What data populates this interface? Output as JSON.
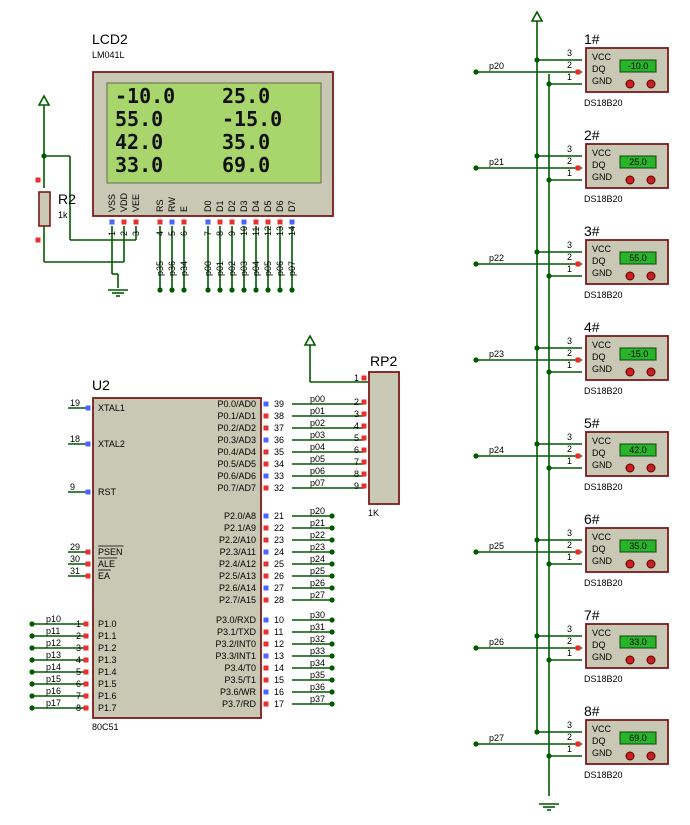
{
  "lcd": {
    "ref": "LCD2",
    "part": "LM041L",
    "rows": [
      [
        "-10.0",
        "25.0"
      ],
      [
        "55.0",
        "-15.0"
      ],
      [
        "42.0",
        "35.0"
      ],
      [
        "33.0",
        "69.0"
      ]
    ],
    "pins": [
      {
        "name": "VSS",
        "num": "1",
        "color": "#4a66ff"
      },
      {
        "name": "VDD",
        "num": "2",
        "color": "#e83030"
      },
      {
        "name": "VEE",
        "num": "3",
        "color": "#e83030"
      },
      {
        "name": "RS",
        "num": "4",
        "color": "#e83030"
      },
      {
        "name": "RW",
        "num": "5",
        "color": "#4a66ff"
      },
      {
        "name": "E",
        "num": "6",
        "color": "#e83030"
      },
      {
        "name": "D0",
        "num": "7",
        "color": "#4a66ff"
      },
      {
        "name": "D1",
        "num": "8",
        "color": "#e83030"
      },
      {
        "name": "D2",
        "num": "9",
        "color": "#e83030"
      },
      {
        "name": "D3",
        "num": "10",
        "color": "#4a66ff"
      },
      {
        "name": "D4",
        "num": "11",
        "color": "#e83030"
      },
      {
        "name": "D5",
        "num": "12",
        "color": "#e83030"
      },
      {
        "name": "D6",
        "num": "13",
        "color": "#e83030"
      },
      {
        "name": "D7",
        "num": "14",
        "color": "#4a66ff"
      }
    ],
    "nets": [
      "p35",
      "p36",
      "p34",
      "p00",
      "p01",
      "p02",
      "p03",
      "p04",
      "p05",
      "p06",
      "p07"
    ]
  },
  "resistor": {
    "ref": "R2",
    "value": "1k"
  },
  "rp2": {
    "ref": "RP2",
    "value": "1K",
    "pins": [
      "1",
      "2",
      "3",
      "4",
      "5",
      "6",
      "7",
      "8",
      "9"
    ]
  },
  "mcu": {
    "ref": "U2",
    "part": "80C51",
    "left_top": [
      {
        "num": "19",
        "name": "XTAL1"
      },
      {
        "num": "18",
        "name": "XTAL2"
      },
      {
        "num": "9",
        "name": "RST"
      },
      {
        "num": "29",
        "name": "PSEN"
      },
      {
        "num": "30",
        "name": "ALE"
      },
      {
        "num": "31",
        "name": "EA"
      }
    ],
    "left_p1": [
      {
        "num": "1",
        "name": "P1.0",
        "net": "p10"
      },
      {
        "num": "2",
        "name": "P1.1",
        "net": "p11"
      },
      {
        "num": "3",
        "name": "P1.2",
        "net": "p12"
      },
      {
        "num": "4",
        "name": "P1.3",
        "net": "p13"
      },
      {
        "num": "5",
        "name": "P1.4",
        "net": "p14"
      },
      {
        "num": "6",
        "name": "P1.5",
        "net": "p15"
      },
      {
        "num": "7",
        "name": "P1.6",
        "net": "p16"
      },
      {
        "num": "8",
        "name": "P1.7",
        "net": "p17"
      }
    ],
    "p0": [
      {
        "num": "39",
        "name": "P0.0/AD0",
        "net": "p00"
      },
      {
        "num": "38",
        "name": "P0.1/AD1",
        "net": "p01"
      },
      {
        "num": "37",
        "name": "P0.2/AD2",
        "net": "p02"
      },
      {
        "num": "36",
        "name": "P0.3/AD3",
        "net": "p03"
      },
      {
        "num": "35",
        "name": "P0.4/AD4",
        "net": "p04"
      },
      {
        "num": "34",
        "name": "P0.5/AD5",
        "net": "p05"
      },
      {
        "num": "33",
        "name": "P0.6/AD6",
        "net": "p06"
      },
      {
        "num": "32",
        "name": "P0.7/AD7",
        "net": "p07"
      }
    ],
    "p2": [
      {
        "num": "21",
        "name": "P2.0/A8",
        "net": "p20"
      },
      {
        "num": "22",
        "name": "P2.1/A9",
        "net": "p21"
      },
      {
        "num": "23",
        "name": "P2.2/A10",
        "net": "p22"
      },
      {
        "num": "24",
        "name": "P2.3/A11",
        "net": "p23"
      },
      {
        "num": "25",
        "name": "P2.4/A12",
        "net": "p24"
      },
      {
        "num": "26",
        "name": "P2.5/A13",
        "net": "p25"
      },
      {
        "num": "27",
        "name": "P2.6/A14",
        "net": "p26"
      },
      {
        "num": "28",
        "name": "P2.7/A15",
        "net": "p27"
      }
    ],
    "p3": [
      {
        "num": "10",
        "name": "P3.0/RXD",
        "net": "p30"
      },
      {
        "num": "11",
        "name": "P3.1/TXD",
        "net": "p31"
      },
      {
        "num": "12",
        "name": "P3.2/INT0",
        "net": "p32"
      },
      {
        "num": "13",
        "name": "P3.3/INT1",
        "net": "p33"
      },
      {
        "num": "14",
        "name": "P3.4/T0",
        "net": "p34"
      },
      {
        "num": "15",
        "name": "P3.5/T1",
        "net": "p35"
      },
      {
        "num": "16",
        "name": "P3.6/WR",
        "net": "p36"
      },
      {
        "num": "17",
        "name": "P3.7/RD",
        "net": "p37"
      }
    ]
  },
  "sensors": [
    {
      "ref": "1#",
      "value": "-10.0",
      "net": "p20",
      "part": "DS18B20"
    },
    {
      "ref": "2#",
      "value": "25.0",
      "net": "p21",
      "part": "DS18B20"
    },
    {
      "ref": "3#",
      "value": "55.0",
      "net": "p22",
      "part": "DS18B20"
    },
    {
      "ref": "4#",
      "value": "-15.0",
      "net": "p23",
      "part": "DS18B20"
    },
    {
      "ref": "5#",
      "value": "42.0",
      "net": "p24",
      "part": "DS18B20"
    },
    {
      "ref": "6#",
      "value": "35.0",
      "net": "p25",
      "part": "DS18B20"
    },
    {
      "ref": "7#",
      "value": "33.0",
      "net": "p26",
      "part": "DS18B20"
    },
    {
      "ref": "8#",
      "value": "69.0",
      "net": "p27",
      "part": "DS18B20"
    }
  ],
  "sensor_pin_labels": [
    "VCC",
    "DQ",
    "GND"
  ],
  "sensor_pin_nums": [
    "3",
    "2",
    "1"
  ],
  "colors": {
    "wire": "#005a00",
    "body": "#c8c8b4",
    "outline": "#7a1a1a",
    "lcd_screen": "#a8d66c",
    "sensor_screen": "#28b428",
    "pin_red": "#e83030",
    "pin_blue": "#4a66ff"
  }
}
